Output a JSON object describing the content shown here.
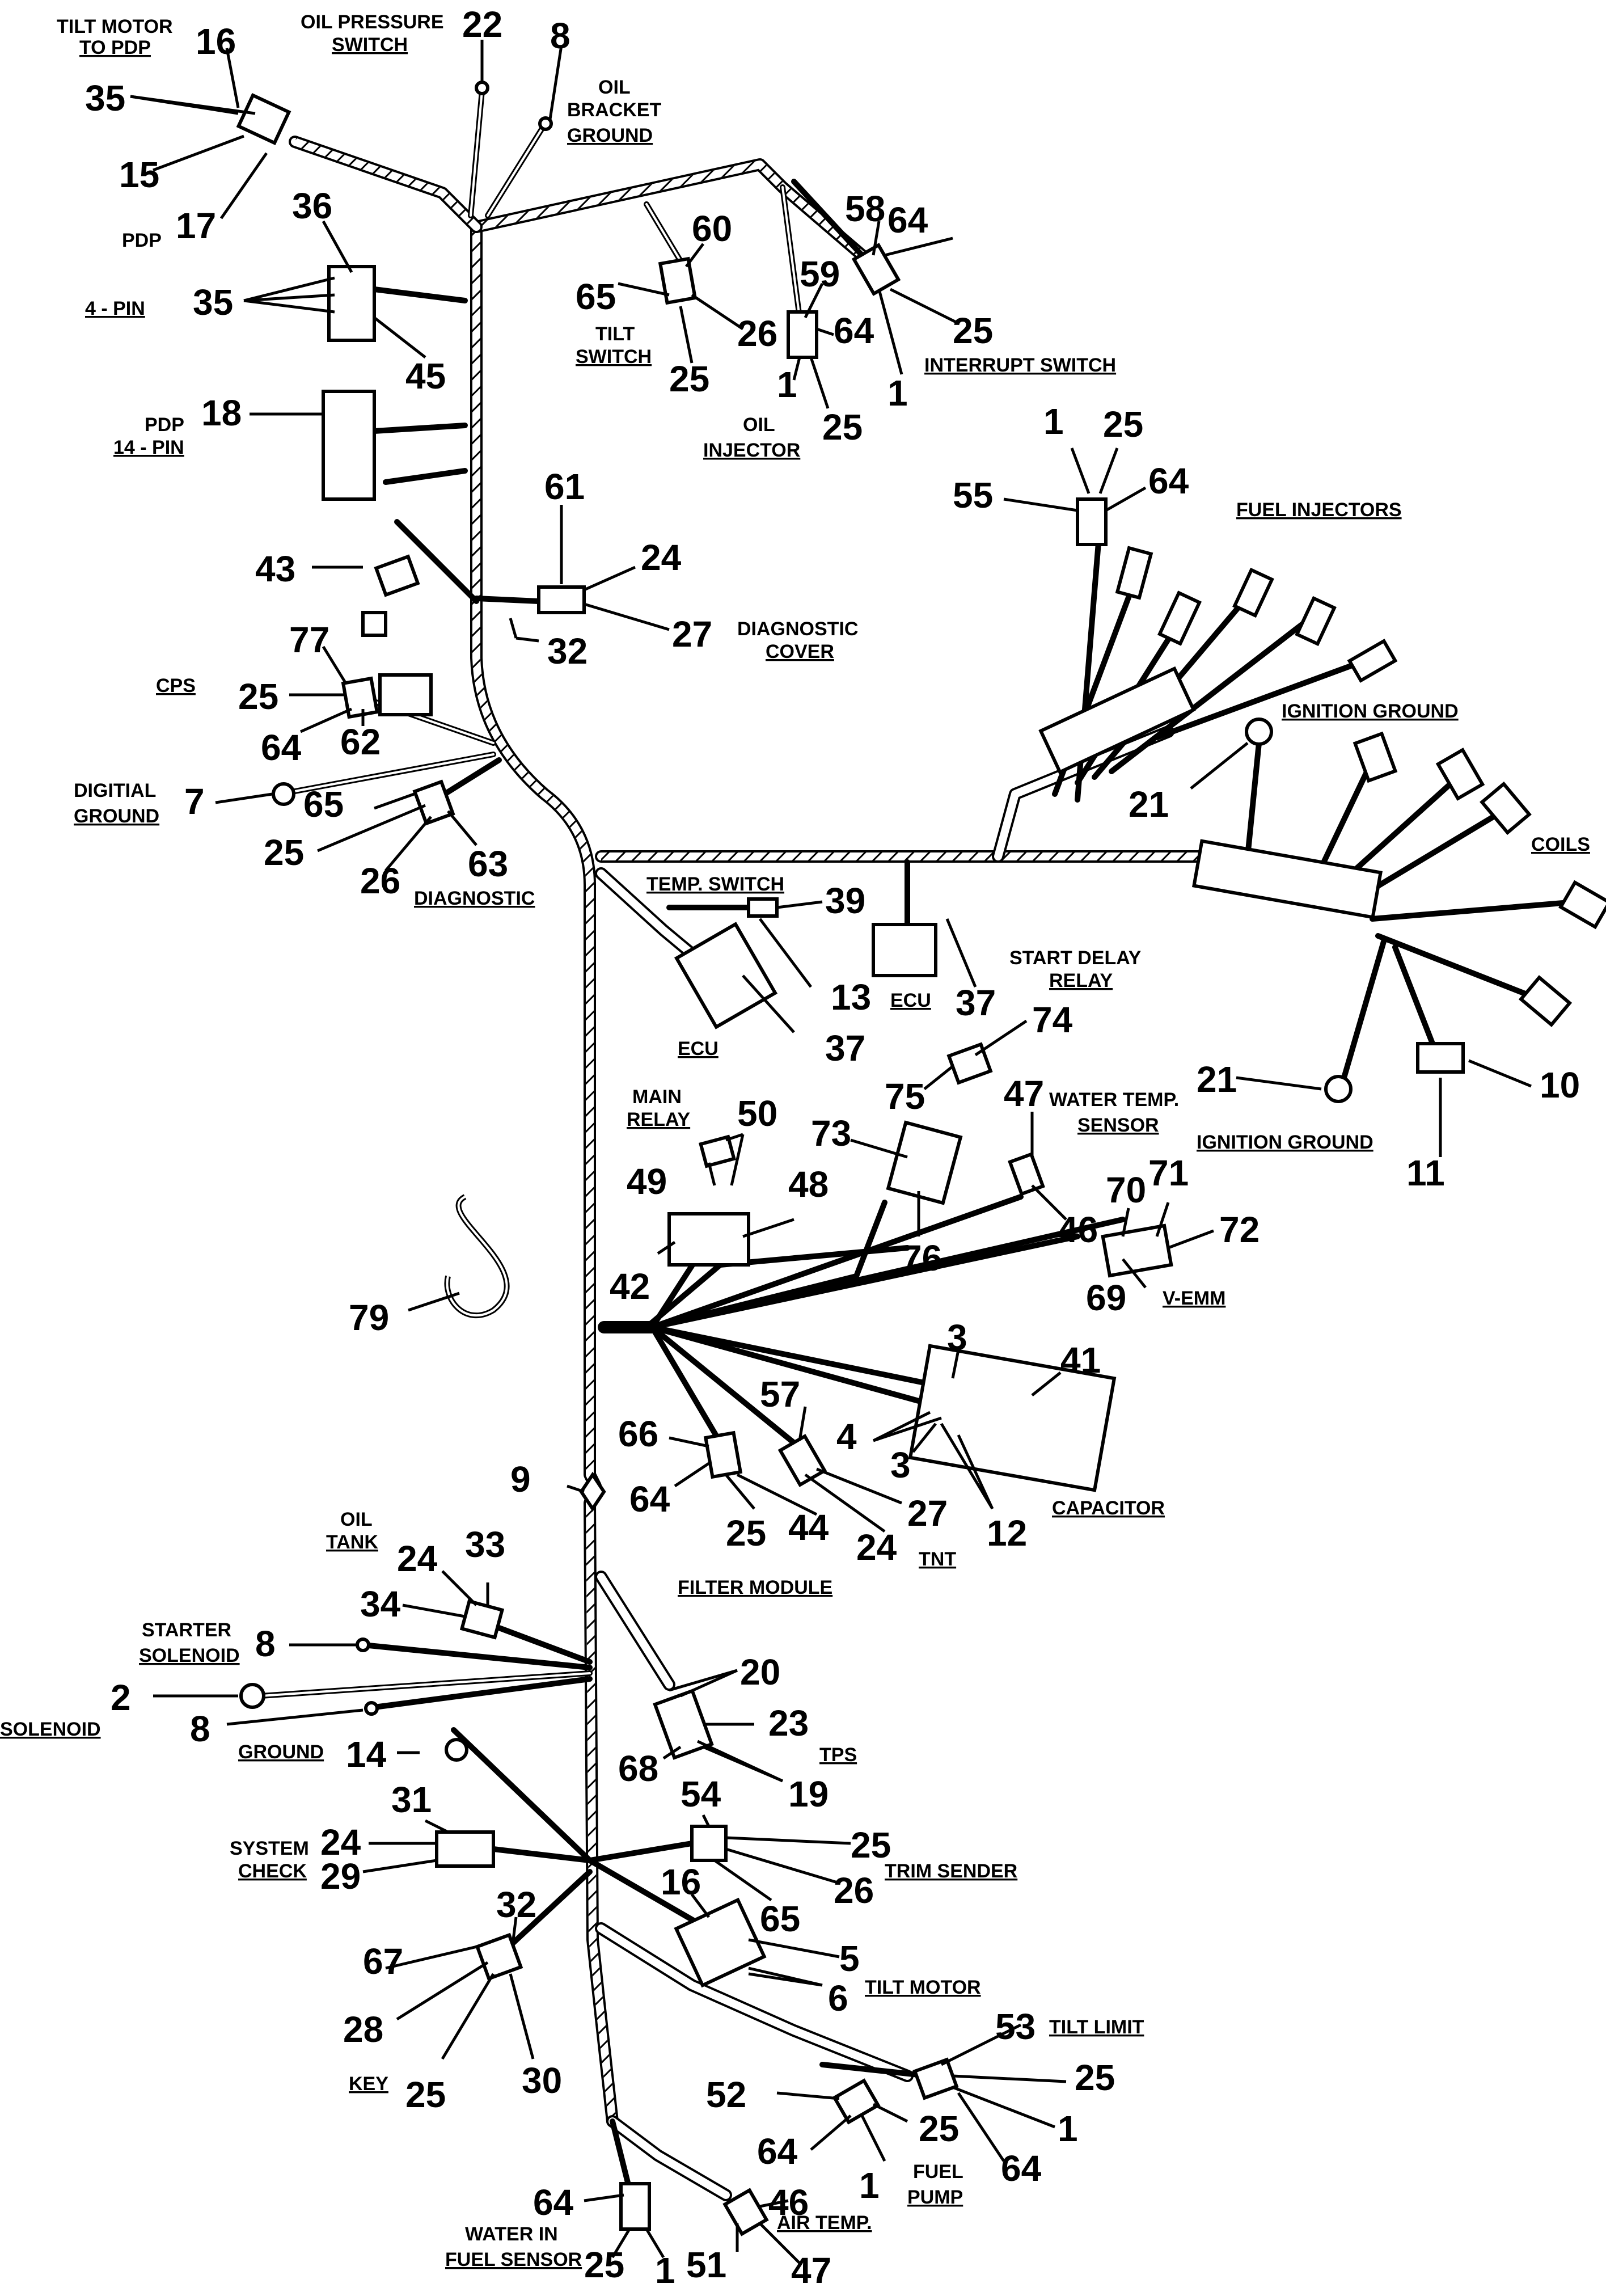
{
  "labels": {
    "tilt_motor_pdp_1": "TILT MOTOR",
    "tilt_motor_pdp_2": "TO PDP",
    "oil_pressure_1": "OIL PRESSURE",
    "oil_pressure_2": "SWITCH",
    "oil_bracket_1": "OIL",
    "oil_bracket_2": "BRACKET",
    "oil_bracket_3": "GROUND",
    "pdp4_1": "PDP",
    "pdp4_2": "4 - PIN",
    "tilt_switch_1": "TILT",
    "tilt_switch_2": "SWITCH",
    "oil_injector_1": "OIL",
    "oil_injector_2": "INJECTOR",
    "interrupt_switch": "INTERRUPT SWITCH",
    "pdp14_1": "PDP",
    "pdp14_2": "14 - PIN",
    "fuel_injectors": "FUEL INJECTORS",
    "diagnostic_cover_1": "DIAGNOSTIC",
    "diagnostic_cover_2": "COVER",
    "cps": "CPS",
    "ignition_ground_top": "IGNITION GROUND",
    "digital_ground_1": "DIGITIAL",
    "digital_ground_2": "GROUND",
    "diagnostic": "DIAGNOSTIC",
    "coils": "COILS",
    "temp_switch": "TEMP. SWITCH",
    "ecu_small": "ECU",
    "start_delay_1": "START DELAY",
    "start_delay_2": "RELAY",
    "ecu_big": "ECU",
    "main_relay_1": "MAIN",
    "main_relay_2": "RELAY",
    "water_temp_1": "WATER TEMP.",
    "water_temp_2": "SENSOR",
    "ignition_ground_bottom": "IGNITION GROUND",
    "vemm": "V-EMM",
    "capacitor": "CAPACITOR",
    "tnt": "TNT",
    "filter_module": "FILTER MODULE",
    "oil_tank_1": "OIL",
    "oil_tank_2": "TANK",
    "starter_solenoid_1": "STARTER",
    "starter_solenoid_2": "SOLENOID",
    "solenoid": "SOLENOID",
    "ground": "GROUND",
    "tps": "TPS",
    "system_check_1": "SYSTEM",
    "system_check_2": "CHECK",
    "trim_sender": "TRIM SENDER",
    "tilt_motor": "TILT MOTOR",
    "tilt_limit": "TILT LIMIT",
    "key": "KEY",
    "fuel_pump_1": "FUEL",
    "fuel_pump_2": "PUMP",
    "water_in_fuel_1": "WATER IN",
    "water_in_fuel_2": "FUEL SENSOR",
    "air_temp": "AIR TEMP."
  },
  "callouts": {
    "n16_top": "16",
    "n35_top": "35",
    "n15": "15",
    "n17": "17",
    "n22": "22",
    "n8_top": "8",
    "n36": "36",
    "n35_pdp": "35",
    "n45": "45",
    "n60": "60",
    "n65_tilt": "65",
    "n26_tilt": "26",
    "n25_tilt": "25",
    "n58": "58",
    "n64_int": "64",
    "n59": "59",
    "n64_oil": "64",
    "n1_oil": "1",
    "n25_oil": "25",
    "n25_int": "25",
    "n1_int": "1",
    "n18": "18",
    "n1_fi": "1",
    "n25_fi": "25",
    "n55": "55",
    "n64_fi": "64",
    "n43": "43",
    "n61": "61",
    "n24_diag": "24",
    "n27_diag": "27",
    "n32_diag": "32",
    "n77": "77",
    "n25_cps": "25",
    "n64_cps": "64",
    "n62": "62",
    "n21_top": "21",
    "n7": "7",
    "n65_dg": "65",
    "n25_dg": "25",
    "n26_dg": "26",
    "n63": "63",
    "n39": "39",
    "n13": "13",
    "n37_a": "37",
    "n37_b": "37",
    "n74": "74",
    "n75": "75",
    "n21_bot": "21",
    "n10": "10",
    "n11": "11",
    "n47_wt": "47",
    "n50": "50",
    "n49": "49",
    "n73": "73",
    "n48": "48",
    "n46_wt": "46",
    "n70": "70",
    "n71": "71",
    "n72": "72",
    "n76": "76",
    "n42": "42",
    "n69": "69",
    "n79": "79",
    "n3_a": "3",
    "n41": "41",
    "n57": "57",
    "n4": "4",
    "n3_b": "3",
    "n66": "66",
    "n9": "9",
    "n64_tnt": "64",
    "n27_tnt": "27",
    "n12": "12",
    "n25_tnt": "25",
    "n44": "44",
    "n24_tnt": "24",
    "n24_ot": "24",
    "n33": "33",
    "n34": "34",
    "n20": "20",
    "n8_ss": "8",
    "n2": "2",
    "n8_ss2": "8",
    "n23": "23",
    "n14": "14",
    "n68": "68",
    "n19": "19",
    "n31": "31",
    "n54": "54",
    "n24_sc": "24",
    "n25_ts": "25",
    "n29": "29",
    "n26_ts": "26",
    "n65_ts": "65",
    "n16_tm": "16",
    "n32_key": "32",
    "n5": "5",
    "n67": "67",
    "n6": "6",
    "n28": "28",
    "n25_key": "25",
    "n30": "30",
    "n53": "53",
    "n25_tl": "25",
    "n52": "52",
    "n25_fp": "25",
    "n1_tl": "1",
    "n64_fp": "64",
    "n1_fp": "1",
    "n64_tl": "64",
    "n64_wif": "64",
    "n46_at": "46",
    "n25_wif": "25",
    "n1_wif": "1",
    "n51": "51",
    "n47_at": "47"
  }
}
